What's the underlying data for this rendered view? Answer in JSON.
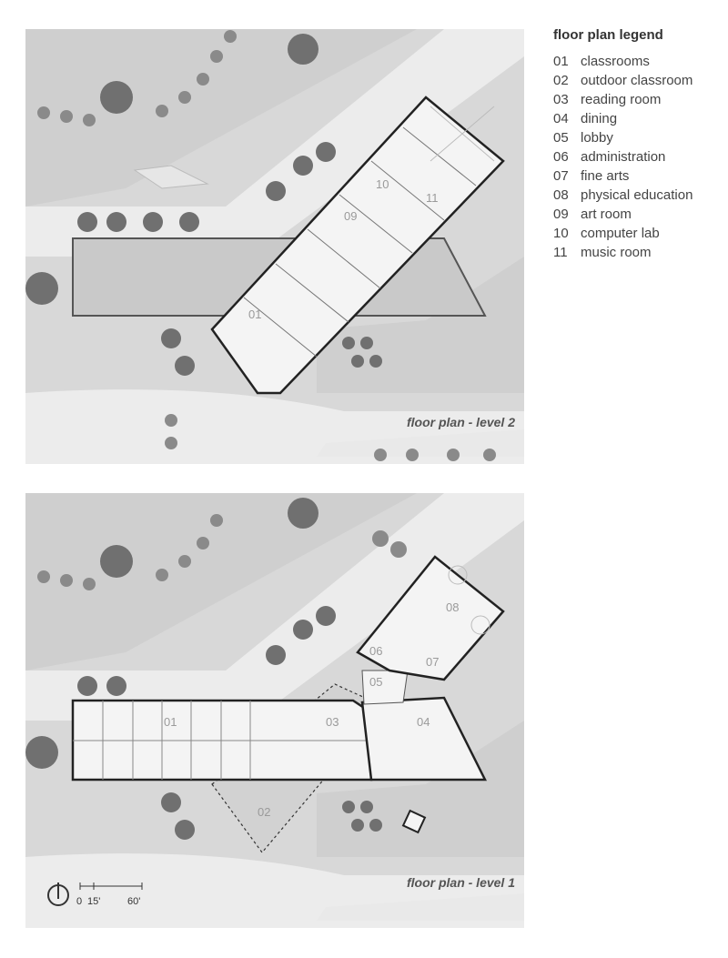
{
  "legend": {
    "title": "floor plan legend",
    "items": [
      {
        "num": "01",
        "label": "classrooms"
      },
      {
        "num": "02",
        "label": "outdoor classroom"
      },
      {
        "num": "03",
        "label": "reading room"
      },
      {
        "num": "04",
        "label": "dining"
      },
      {
        "num": "05",
        "label": "lobby"
      },
      {
        "num": "06",
        "label": "administration"
      },
      {
        "num": "07",
        "label": "fine arts"
      },
      {
        "num": "08",
        "label": "physical education"
      },
      {
        "num": "09",
        "label": "art room"
      },
      {
        "num": "10",
        "label": "computer lab"
      },
      {
        "num": "11",
        "label": "music room"
      }
    ]
  },
  "plans": {
    "level2": {
      "title": "floor plan - level 2",
      "room_labels": [
        "01",
        "09",
        "10",
        "11"
      ]
    },
    "level1": {
      "title": "floor plan - level 1",
      "room_labels": [
        "01",
        "02",
        "03",
        "04",
        "05",
        "06",
        "07",
        "08"
      ]
    }
  },
  "scale": {
    "start": "0",
    "mid": "15'",
    "end": "60'"
  },
  "colors": {
    "ground": "#dcdcdc",
    "road": "#ececec",
    "lawn": "#cfcfcf",
    "building": "#f4f4f4",
    "tree": "#6f6f6f"
  }
}
